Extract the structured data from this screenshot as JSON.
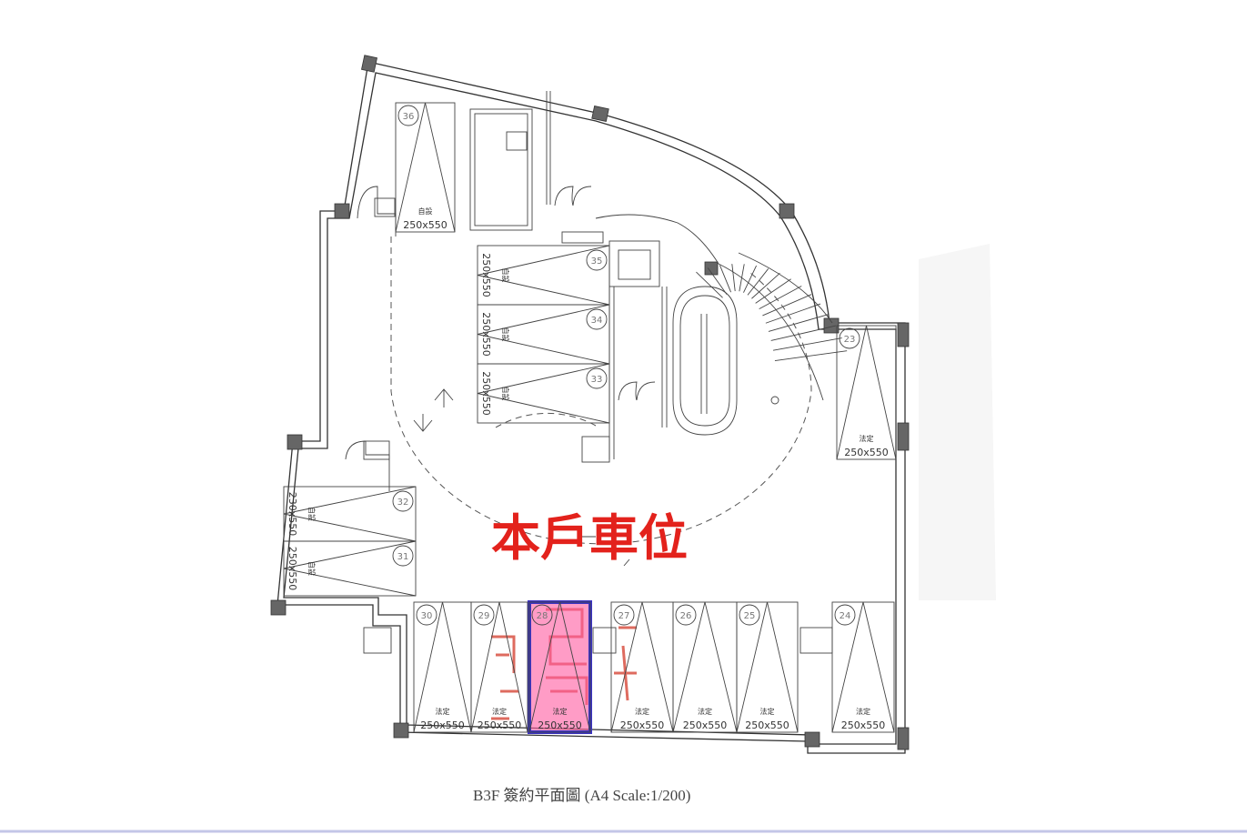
{
  "plan": {
    "caption": "B3F 簽約平面圖 (A4 Scale:1/200)",
    "highlight_label": "本戶車位",
    "highlighted_spot": "28",
    "colors": {
      "highlight_text": "#e3221c",
      "highlight_fill": "#ff5aa0",
      "highlight_border": "#3b33c2",
      "stamp": "#d43a2a"
    }
  },
  "spots": {
    "bottom": [
      {
        "no": "30",
        "type": "法定",
        "size": "250x550"
      },
      {
        "no": "29",
        "type": "法定",
        "size": "250x550"
      },
      {
        "no": "28",
        "type": "法定",
        "size": "250x550"
      },
      {
        "no": "27",
        "type": "法定",
        "size": "250x550"
      },
      {
        "no": "26",
        "type": "法定",
        "size": "250x550"
      },
      {
        "no": "25",
        "type": "法定",
        "size": "250x550"
      },
      {
        "no": "24",
        "type": "法定",
        "size": "250x550"
      }
    ],
    "right": [
      {
        "no": "23",
        "type": "法定",
        "size": "250x550"
      }
    ],
    "top": [
      {
        "no": "36",
        "type": "自設",
        "size": "250x550"
      }
    ],
    "center": [
      {
        "no": "35",
        "type": "自設",
        "size": "250x550"
      },
      {
        "no": "34",
        "type": "自設",
        "size": "250x550"
      },
      {
        "no": "33",
        "type": "自設",
        "size": "250x550"
      }
    ],
    "left": [
      {
        "no": "32",
        "type": "自設",
        "size": "230x550"
      },
      {
        "no": "31",
        "type": "自設",
        "size": "250x550"
      }
    ]
  }
}
